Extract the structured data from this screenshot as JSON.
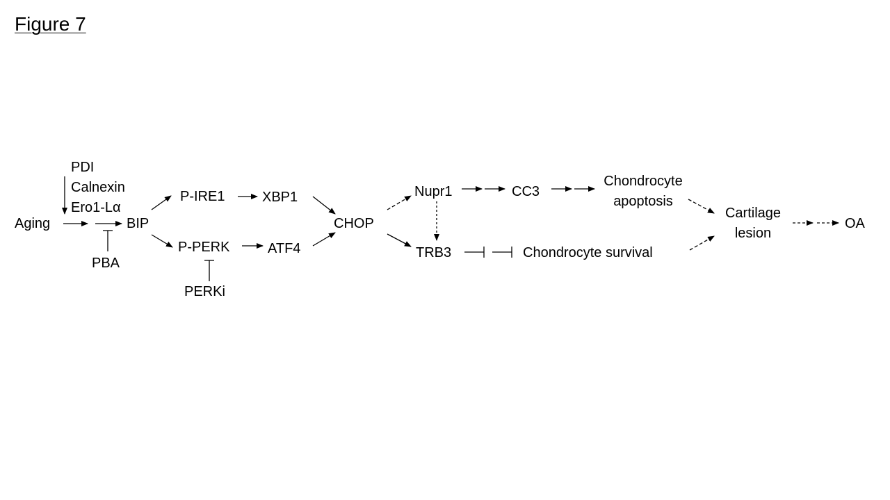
{
  "figure": {
    "title": "Figure 7"
  },
  "nodes": {
    "aging": "Aging",
    "pdi": "PDI",
    "calnexin": "Calnexin",
    "ero1": "Ero1-Lα",
    "bip": "BIP",
    "pba": "PBA",
    "pire1": "P-IRE1",
    "xbp1": "XBP1",
    "pperk": "P-PERK",
    "atf4": "ATF4",
    "perki": "PERKi",
    "chop": "CHOP",
    "nupr1": "Nupr1",
    "cc3": "CC3",
    "apoptosis_line1": "Chondrocyte",
    "apoptosis_line2": "apoptosis",
    "trb3": "TRB3",
    "survival": "Chondrocyte survival",
    "cartilage_line1": "Cartilage",
    "cartilage_line2": "lesion",
    "oa": "OA"
  },
  "colors": {
    "ink": "#000000",
    "background": "#ffffff"
  }
}
